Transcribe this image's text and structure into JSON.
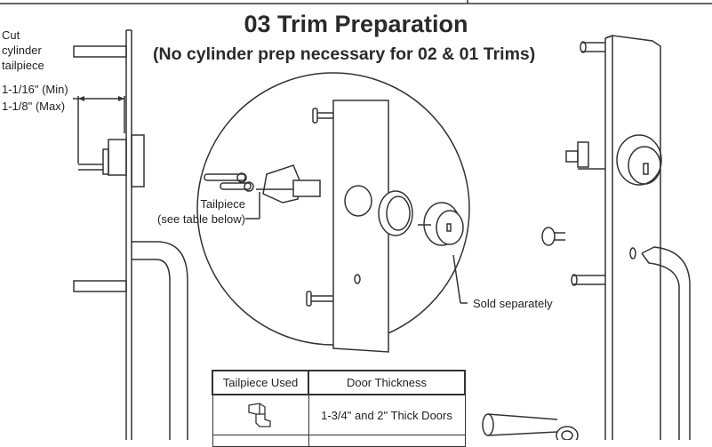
{
  "title": "03 Trim Preparation",
  "subtitle": "(No cylinder prep necessary for 02 & 01 Trims)",
  "labels": {
    "cut_line1": "Cut",
    "cut_line2": "cylinder",
    "cut_line3": "tailpiece",
    "min": "1-1/16\" (Min)",
    "max": "1-1/8\" (Max)",
    "tailpiece_line1": "Tailpiece",
    "tailpiece_line2": "(see table below)",
    "sold_separately": "Sold separately"
  },
  "table": {
    "header_col1": "Tailpiece Used",
    "header_col2": "Door Thickness",
    "row1_col2": "1-3/4\" and 2\" Thick Doors",
    "tailpiece_icon": "tailpiece-icon"
  }
}
